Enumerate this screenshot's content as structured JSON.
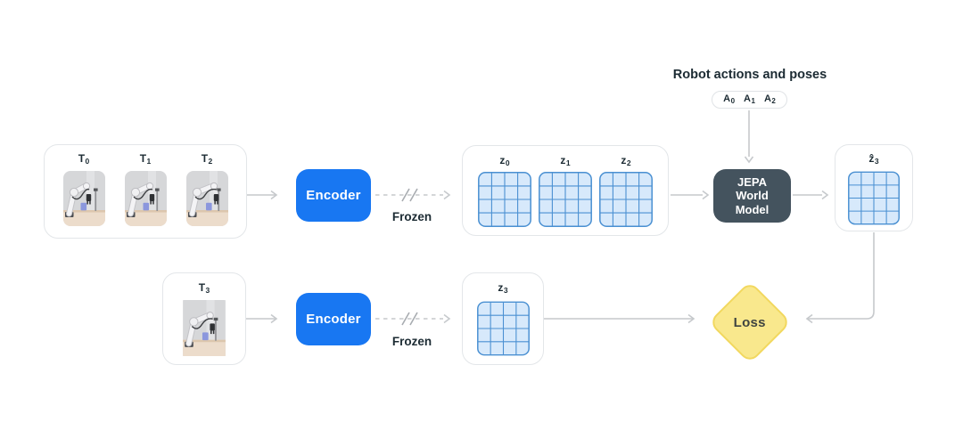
{
  "diagram": {
    "colors": {
      "encoder_blue": "#1877f2",
      "world_model_slate": "#44535e",
      "loss_fill": "#f9e88d",
      "loss_border": "#f2d85f",
      "grid_fill": "#d7e9fb",
      "grid_line": "#4a90d2",
      "connector_gray": "#c6c9cc",
      "box_border": "#e3e6e9"
    },
    "input_frames": {
      "labels": [
        {
          "base": "T",
          "sub": "0"
        },
        {
          "base": "T",
          "sub": "1"
        },
        {
          "base": "T",
          "sub": "2"
        }
      ]
    },
    "encoder_top": {
      "label": "Encoder",
      "frozen": "Frozen"
    },
    "latents": {
      "labels": [
        {
          "base": "z",
          "sub": "0"
        },
        {
          "base": "z",
          "sub": "1"
        },
        {
          "base": "z",
          "sub": "2"
        }
      ]
    },
    "actions": {
      "title": "Robot actions and poses",
      "labels": [
        {
          "base": "A",
          "sub": "0"
        },
        {
          "base": "A",
          "sub": "1"
        },
        {
          "base": "A",
          "sub": "2"
        }
      ]
    },
    "world_model": {
      "label": "JEPA World Model"
    },
    "predicted": {
      "label": {
        "base": "ẑ",
        "sub": "3"
      }
    },
    "target_frame": {
      "label": {
        "base": "T",
        "sub": "3"
      }
    },
    "encoder_bottom": {
      "label": "Encoder",
      "frozen": "Frozen"
    },
    "target_latent": {
      "label": {
        "base": "z",
        "sub": "3"
      }
    },
    "loss": {
      "label": "Loss"
    }
  }
}
